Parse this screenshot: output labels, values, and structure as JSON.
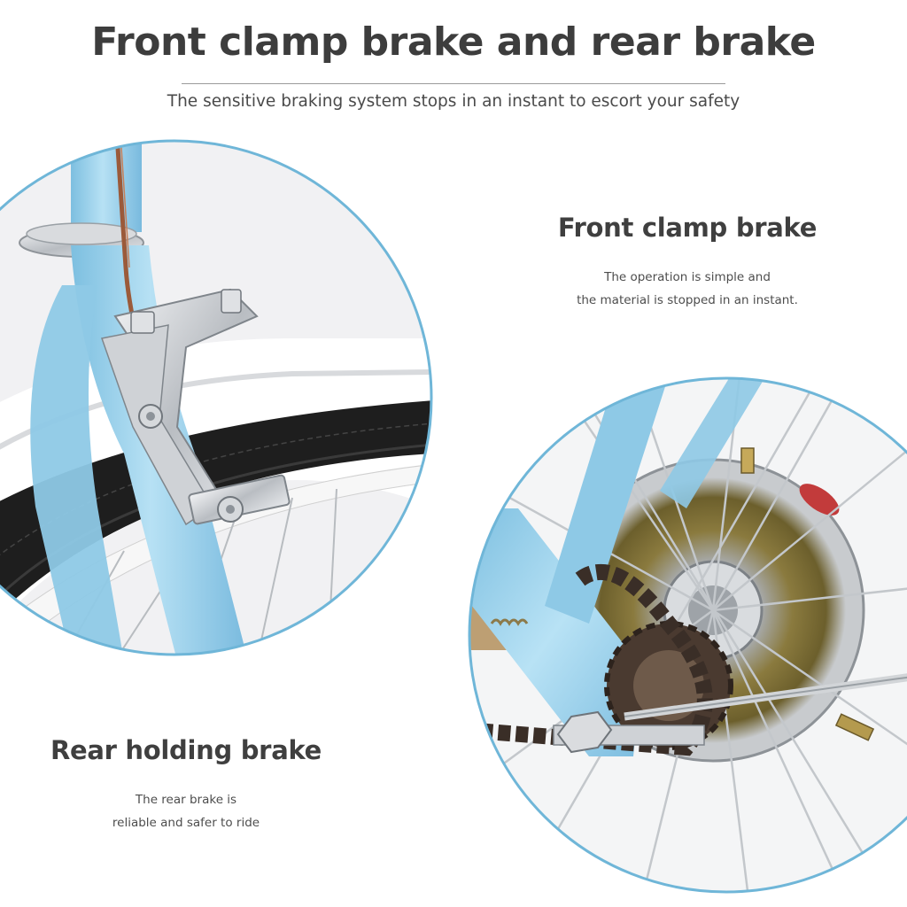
{
  "header": {
    "title": "Front clamp brake and rear brake",
    "subtitle": "The sensitive braking system stops in an instant to escort your safety"
  },
  "front_brake": {
    "title": "Front clamp brake",
    "description_line1": "The operation is simple and",
    "description_line2": "the material is stopped in an instant."
  },
  "rear_brake": {
    "title": "Rear holding brake",
    "description_line1": "The rear brake is",
    "description_line2": "reliable and safer to ride"
  },
  "colors": {
    "frame_blue": "#8ec9e6",
    "ring_blue": "#6fb6d8",
    "tire_black": "#1e1e1e",
    "text_dark": "#3d3d3d",
    "chrome": "#c9ccd0",
    "hub_bronze": "#8a7a3e"
  },
  "icons": {
    "front_photo": "front-caliper-brake-photo",
    "rear_photo": "rear-hub-brake-photo"
  }
}
